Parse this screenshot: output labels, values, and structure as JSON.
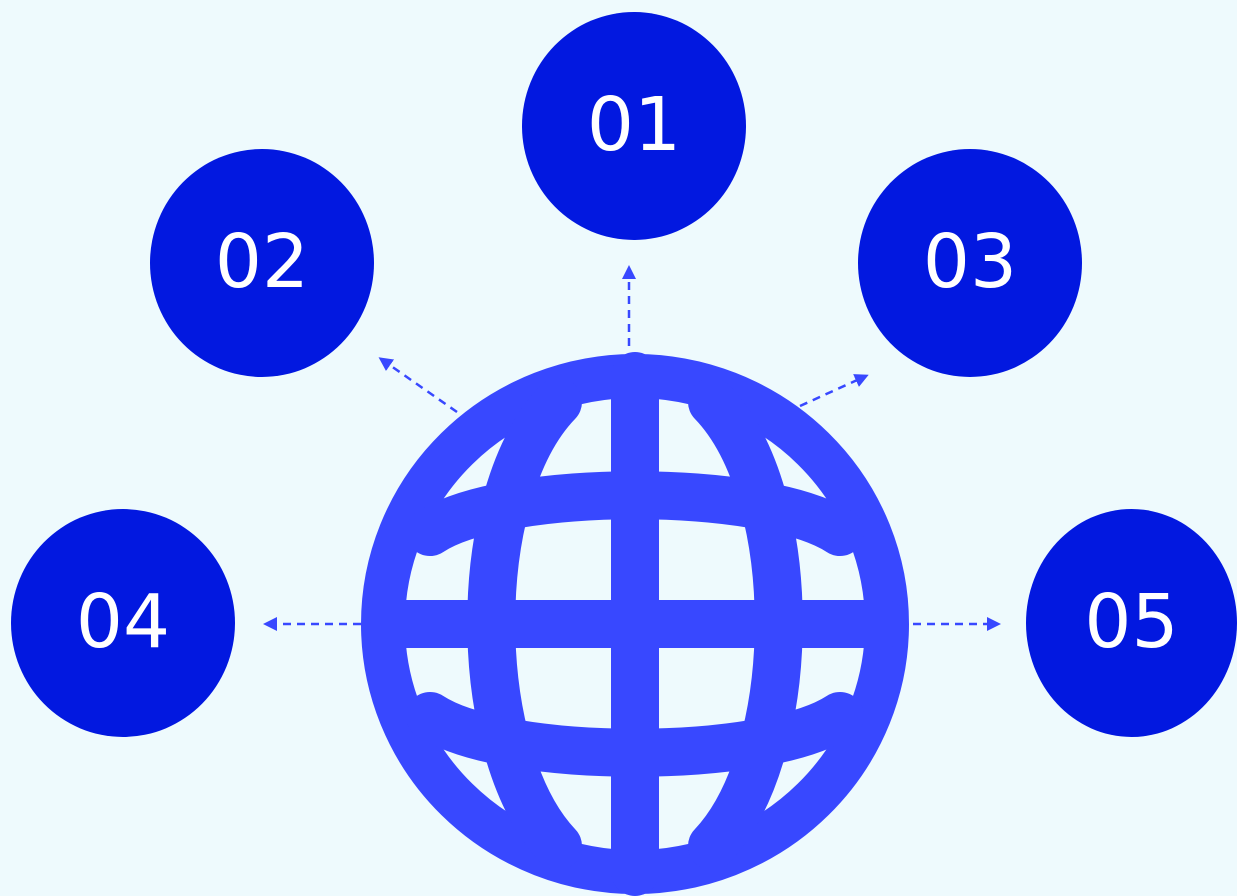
{
  "colors": {
    "background": "#eefafd",
    "node_fill": "#0218e0",
    "globe_fill": "#3848ff",
    "connector": "#3848ff"
  },
  "icons": {
    "center": "globe-icon"
  },
  "nodes": [
    {
      "id": "node-01",
      "label": "01"
    },
    {
      "id": "node-02",
      "label": "02"
    },
    {
      "id": "node-03",
      "label": "03"
    },
    {
      "id": "node-04",
      "label": "04"
    },
    {
      "id": "node-05",
      "label": "05"
    }
  ]
}
